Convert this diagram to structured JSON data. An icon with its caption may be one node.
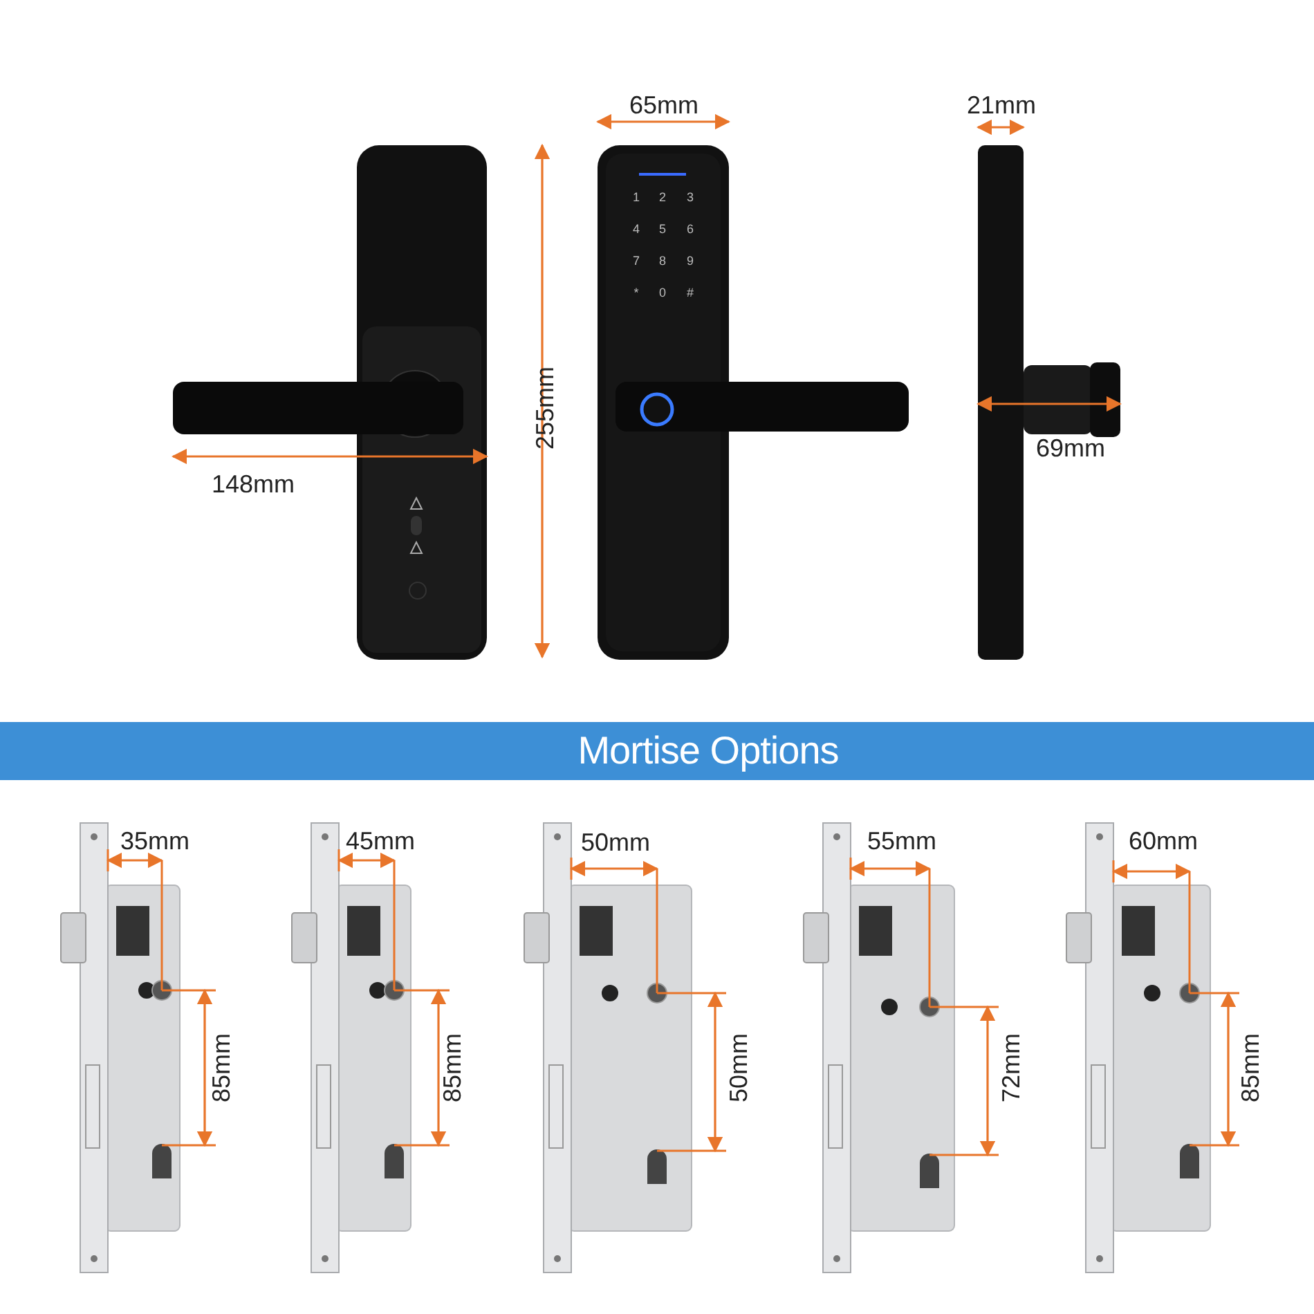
{
  "diagram": {
    "labels": [
      "65mm",
      "21mm",
      "1",
      "2",
      "3",
      "4",
      "5",
      "6",
      "7",
      "8",
      "9",
      "*",
      "0",
      "#",
      "255mm",
      "69mm",
      "148mm",
      "Mortise Options",
      "35mm",
      "85mm",
      "45mm",
      "85mm",
      "50mm",
      "50mm",
      "55mm",
      "72mm",
      "60mm",
      "85mm"
    ]
  }
}
